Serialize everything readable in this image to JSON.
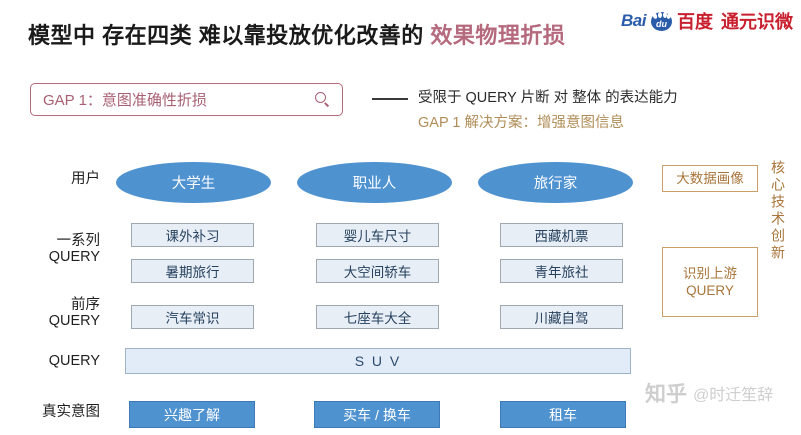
{
  "header": {
    "title_black": "模型中 存在四类 难以靠投放优化改善的",
    "title_accent": "效果物理折损",
    "brand": {
      "bai": "Bai",
      "du": "du",
      "cn": "百度",
      "product": "通元识微"
    }
  },
  "gap": {
    "box_text": "GAP 1：意图准确性折损",
    "search_icon": "search-icon",
    "desc_line1": "受限于 QUERY 片断 对 整体 的表达能力",
    "desc_line2": "GAP 1 解决方案：增强意图信息"
  },
  "rows": {
    "user": "用户",
    "series_query_line1": "一系列",
    "series_query_line2": "QUERY",
    "prev_query_line1": "前序",
    "prev_query_line2": "QUERY",
    "query": "QUERY",
    "true_intent": "真实意图"
  },
  "personas": [
    {
      "label": "大学生"
    },
    {
      "label": "职业人"
    },
    {
      "label": "旅行家"
    }
  ],
  "series_queries": [
    [
      "课外补习",
      "婴儿车尺寸",
      "西藏机票"
    ],
    [
      "暑期旅行",
      "大空间轿车",
      "青年旅社"
    ]
  ],
  "prev_queries": [
    "汽车常识",
    "七座车大全",
    "川藏自驾"
  ],
  "query_bar": "S U V",
  "intents": [
    {
      "label": "兴趣了解"
    },
    {
      "label": "买车 / 换车"
    },
    {
      "label": "租车"
    }
  ],
  "right_panel": {
    "big_data_portrait": "大数据画像",
    "upstream_query_line1": "识别上游",
    "upstream_query_line2": "QUERY",
    "vertical_label": "核心技术创新"
  },
  "watermark": {
    "site": "知乎",
    "handle": "@时迁笙辞"
  },
  "colors": {
    "accent_rose": "#b5697d",
    "accent_tan": "#b08d57",
    "persona_blue": "#4f92d0",
    "query_box_fill": "#e8eef6",
    "orange_border": "#c9a06a",
    "brand_red": "#c8202e",
    "brand_blue": "#2a5caa"
  }
}
